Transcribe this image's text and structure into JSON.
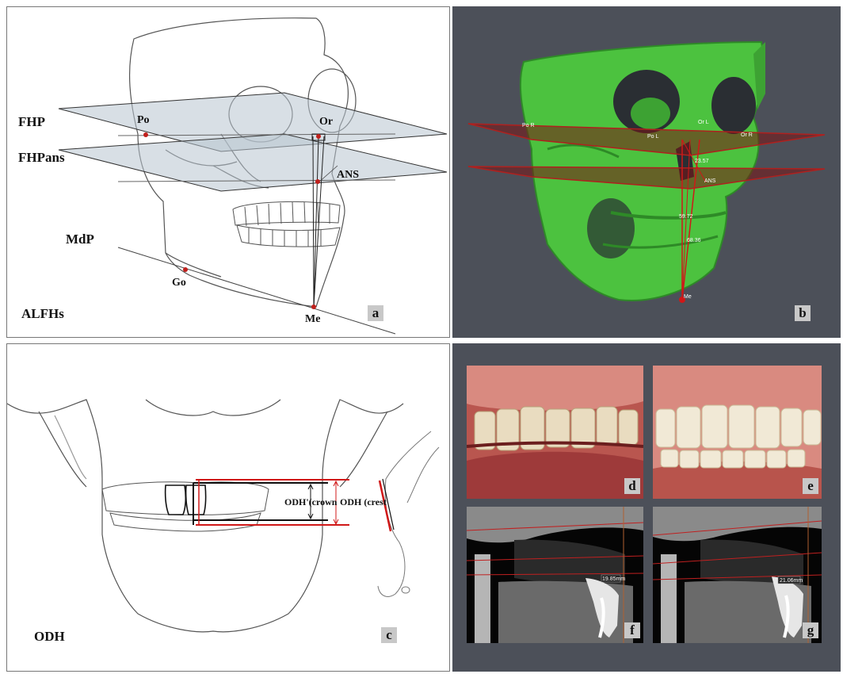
{
  "panel_a": {
    "plane_labels": {
      "fhp": "FHP",
      "fhpans": "FHPans",
      "mdp": "MdP"
    },
    "points": {
      "po": "Po",
      "or": "Or",
      "ans": "ANS",
      "go": "Go",
      "me": "Me"
    },
    "measure_label": "ALFHs",
    "tag": "a"
  },
  "panel_b": {
    "landmarks": {
      "po_r": "Po R",
      "po_l": "Po L",
      "or_l": "Or L",
      "or_r": "Or R",
      "ans": "ANS",
      "me": "Me"
    },
    "values": {
      "v1": "23.57",
      "v2": "59.72",
      "v3": "68.36"
    },
    "tag": "b"
  },
  "panel_c": {
    "labels": {
      "odh_crown": "ODH'(crown",
      "odh_crest": "ODH (crest"
    },
    "measure_label": "ODH",
    "tag": "c"
  },
  "panel_d": {
    "tag": "d"
  },
  "panel_e": {
    "tag": "e"
  },
  "panel_f": {
    "measure": "19.85mm",
    "tag": "f"
  },
  "panel_g": {
    "measure": "21.06mm",
    "tag": "g"
  },
  "colors": {
    "skull_green": "#4cc23f",
    "plane_red": "#b0201e",
    "annotation_red": "#d01818",
    "panel_gray": "#4c5059"
  }
}
